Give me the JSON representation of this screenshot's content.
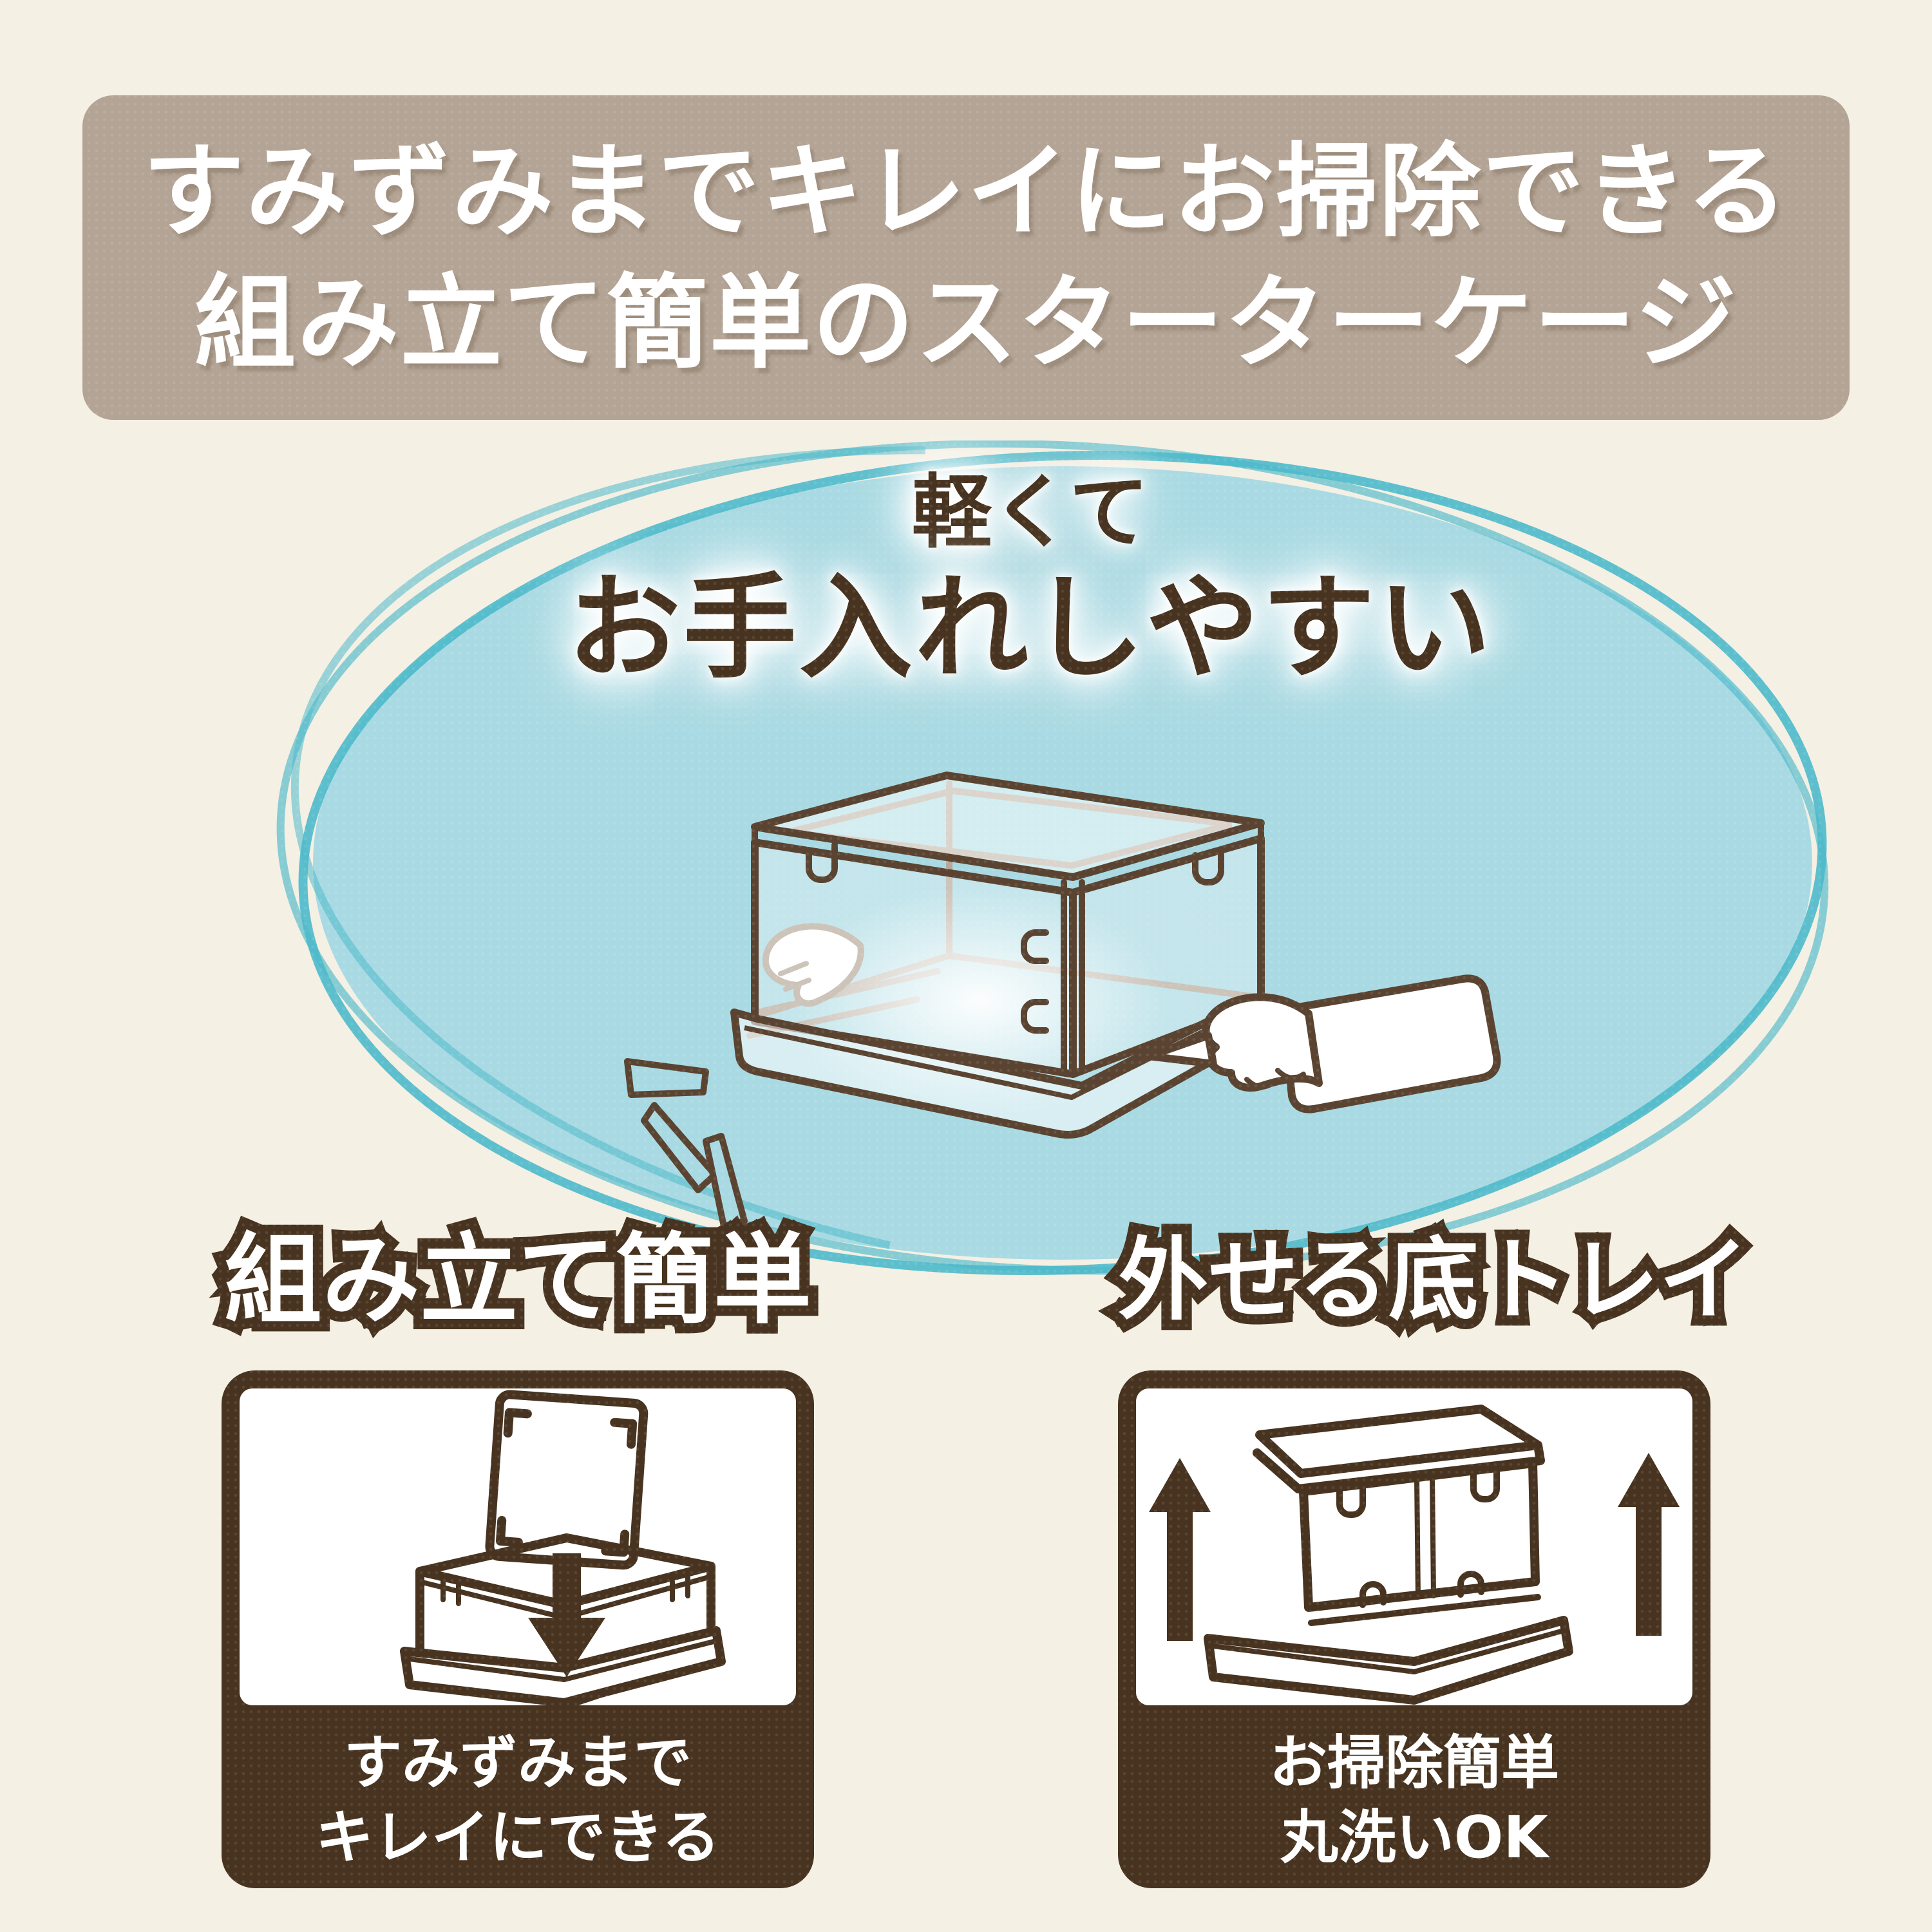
{
  "colors": {
    "background": "#f4f0e4",
    "banner_bg": "#b3a495",
    "heading_text": "#ffffff",
    "oval_fill": "#a9dae3",
    "oval_outline": "#4db9ca",
    "brown_dark": "#47331f",
    "sketch_line": "#5a4431",
    "sketch_gray": "#b6a99b"
  },
  "header": {
    "line1": "すみずみまでキレイにお掃除できる",
    "line2": "組み立て簡単のスターターケージ"
  },
  "hero": {
    "line1": "軽くて",
    "line2": "お手入れしやすい",
    "illustration": "hand-lifting-cage-illustration"
  },
  "features": [
    {
      "title": "組み立て簡単",
      "caption_line1": "すみずみまで",
      "caption_line2": "キレイにできる",
      "illustration": "panel-into-box-down-arrow-illustration"
    },
    {
      "title": "外せる底トレイ",
      "caption_line1": "お掃除簡単",
      "caption_line2": "丸洗いOK",
      "illustration": "cage-off-tray-up-arrows-illustration"
    }
  ]
}
